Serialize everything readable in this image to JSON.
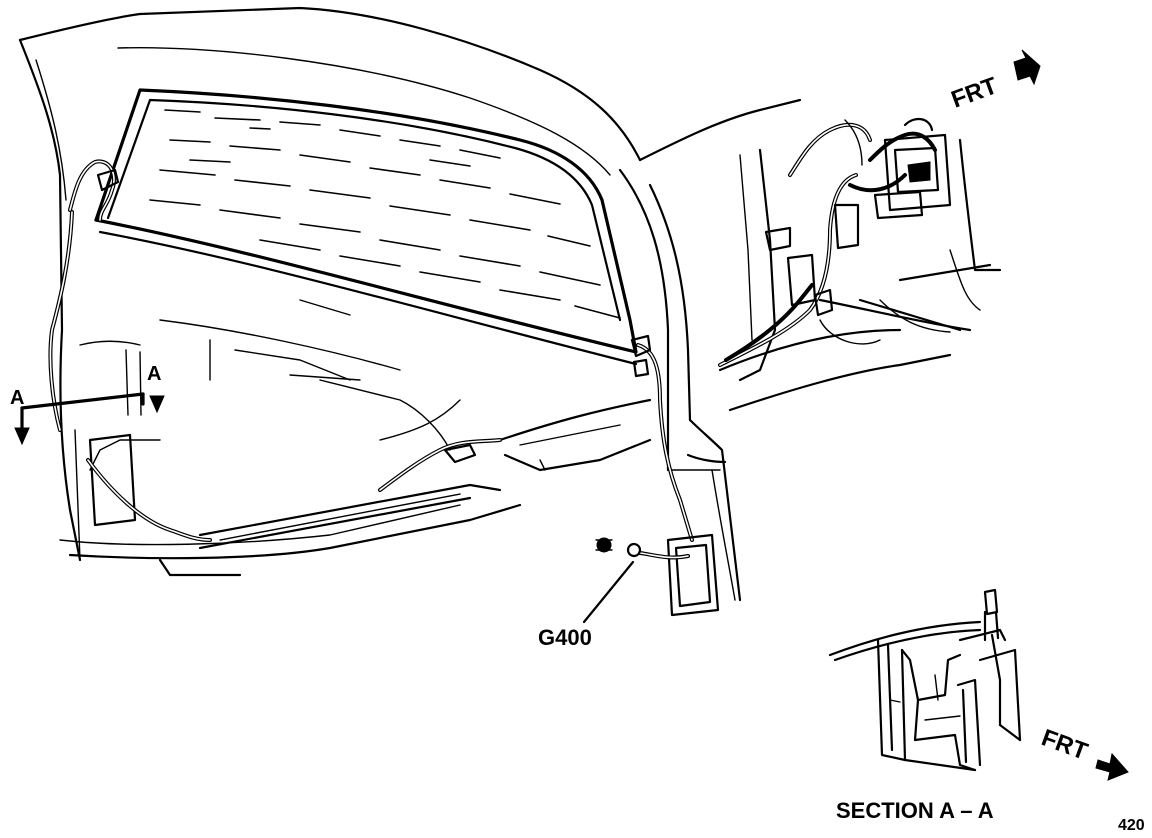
{
  "labels": {
    "section_marker_left": "A",
    "section_marker_right": "A",
    "front_arrow_top": "FRT",
    "ground_label": "G400",
    "front_arrow_section": "FRT",
    "section_title": "SECTION A – A",
    "figure_number": "420"
  }
}
